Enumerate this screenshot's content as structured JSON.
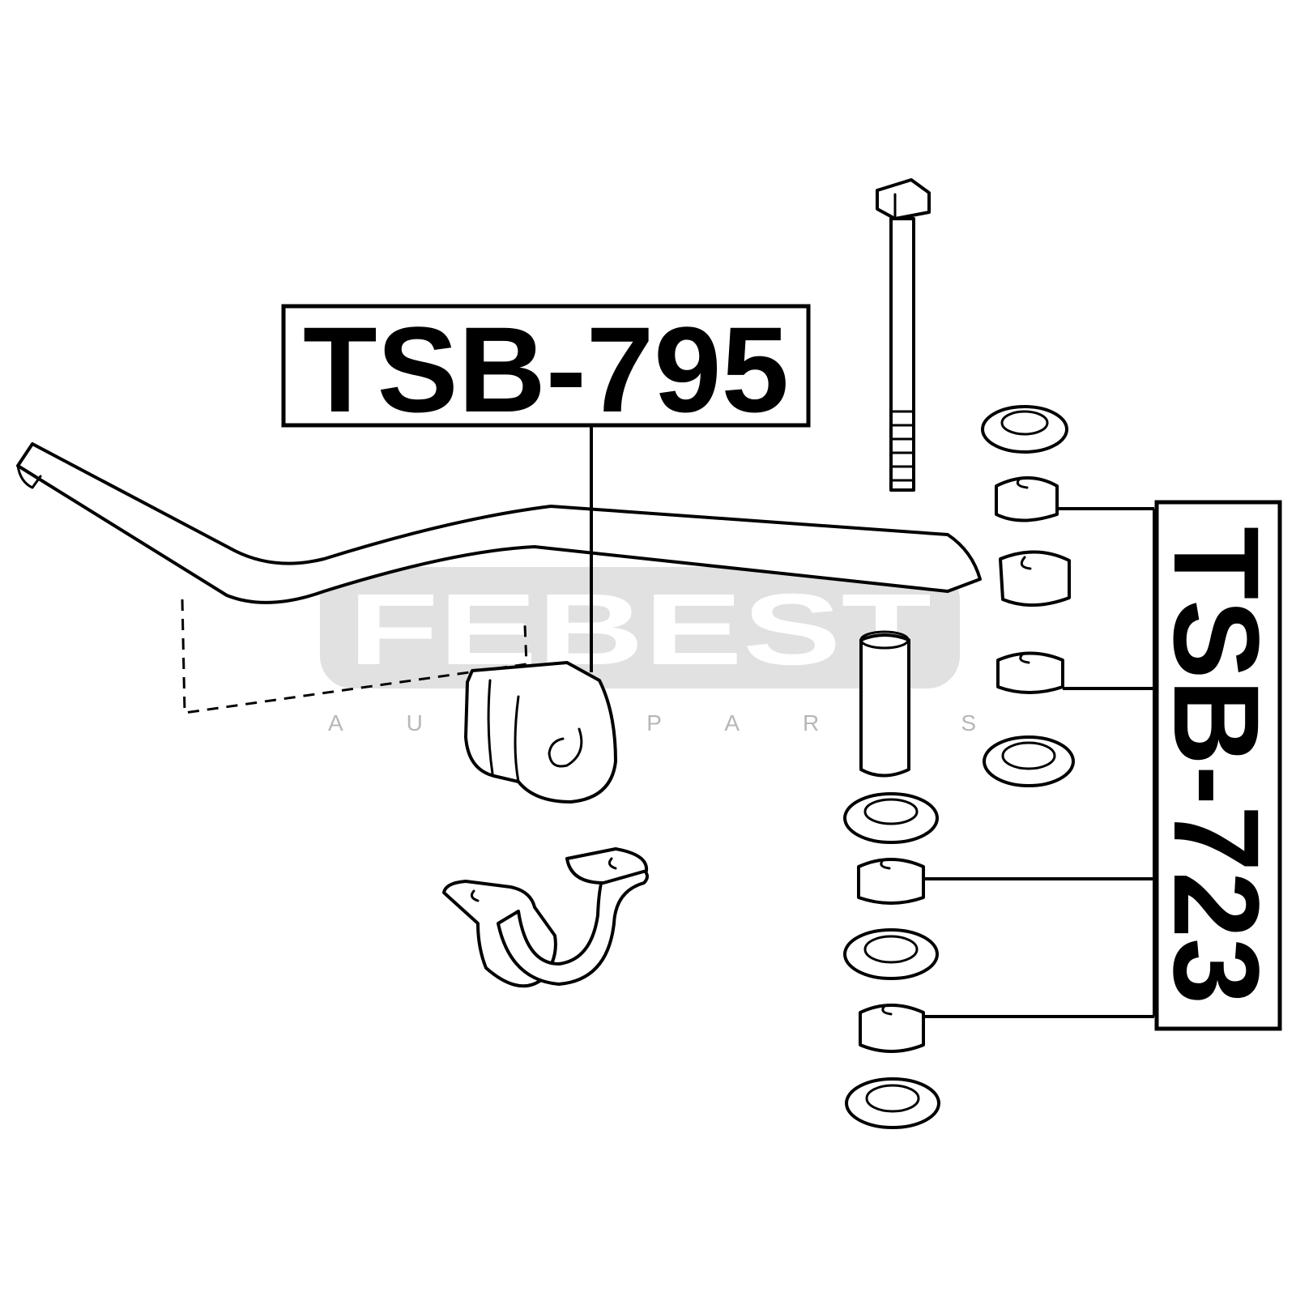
{
  "watermark": {
    "brand": "FEBEST",
    "tagline": "A U T O P A R T S",
    "panel_color": "#c9c9c9"
  },
  "labels": {
    "front_bushing": "TSB-795",
    "link_bushing": "TSB-723"
  },
  "colors": {
    "line": "#000000",
    "background": "#ffffff"
  }
}
